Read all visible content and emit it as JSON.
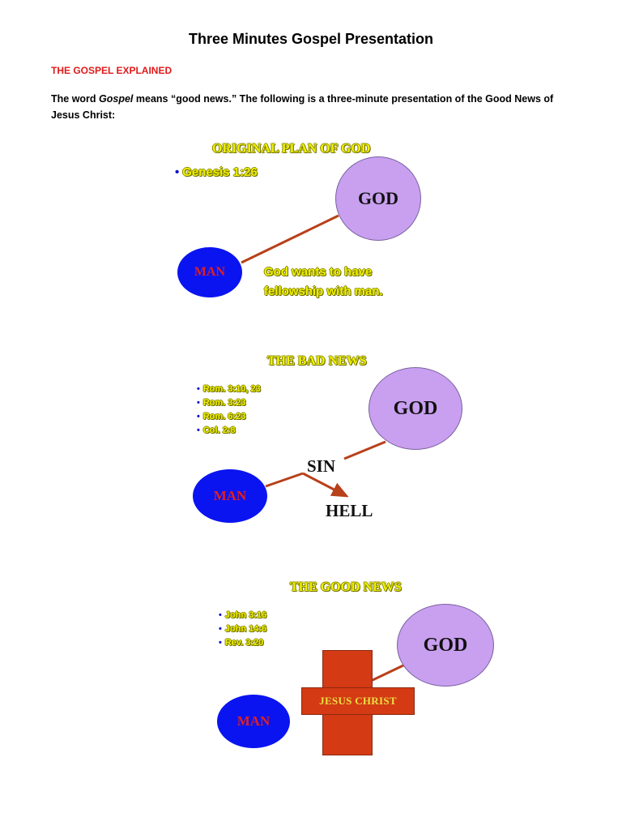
{
  "document": {
    "title": "Three Minutes Gospel Presentation",
    "section_heading": "THE GOSPEL EXPLAINED",
    "intro_before": "The word ",
    "intro_italic": "Gospel",
    "intro_after": " means “good news.”  The following is a three-minute presentation of the Good News of Jesus Christ:"
  },
  "slides": [
    {
      "title": "ORIGINAL PLAN OF GOD",
      "refs": [
        "Genesis 1:26"
      ],
      "god_label": "GOD",
      "man_label": "MAN",
      "caption_line1": "God wants to have",
      "caption_line2": "fellowship with man."
    },
    {
      "title": "THE BAD NEWS",
      "refs": [
        "Rom. 3:10, 23",
        "Rom. 3:23",
        "Rom. 6:23",
        "Col. 2:8"
      ],
      "god_label": "GOD",
      "man_label": "MAN",
      "sin_label": "SIN",
      "hell_label": "HELL"
    },
    {
      "title": "THE GOOD NEWS",
      "refs": [
        "John 3:16",
        "John 14:6",
        "Rev. 3:20"
      ],
      "god_label": "GOD",
      "man_label": "MAN",
      "cross_label": "JESUS CHRIST"
    }
  ],
  "colors": {
    "heading_red": "#e01a1a",
    "title_yellow": "#f0f000",
    "god_purple": "#c9a0f0",
    "man_blue": "#0a14f0",
    "man_text_red": "#e02020",
    "line_brown": "#b8401a",
    "cross_red": "#d43a14"
  }
}
